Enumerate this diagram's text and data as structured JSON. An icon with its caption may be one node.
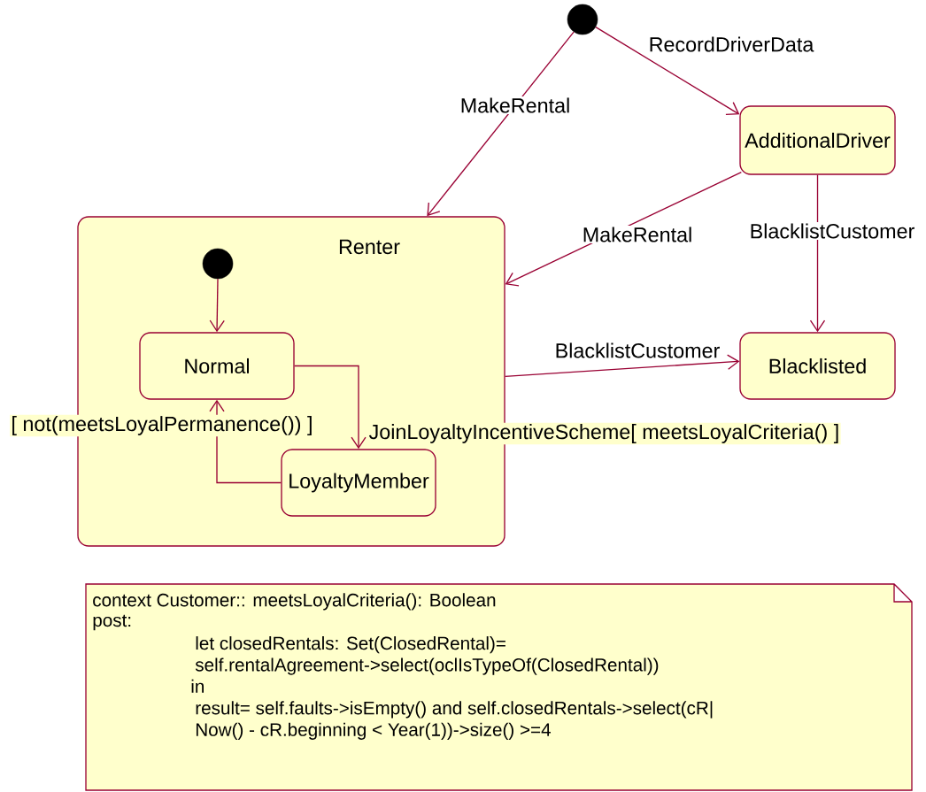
{
  "diagram": {
    "nodes": [
      {
        "text": [],
        "shape": "circle"
      },
      {
        "text": [
          "AdditionalDriver"
        ]
      },
      {
        "text": [
          "Renter"
        ]
      },
      {
        "text": [],
        "shape": "circle",
        "in": 2
      },
      {
        "text": [
          "Normal"
        ],
        "in": 2
      },
      {
        "text": [
          "LoyaltyMember"
        ],
        "in": 2
      },
      {
        "text": [
          "Blacklisted"
        ]
      },
      {
        "text": [
          "context Customer:: meetsLoyalCriteria(): Boolean",
          "post:",
          "let closedRentals: Set(ClosedRental)=",
          "self.rentalAgreement->select(oclIsTypeOf(ClosedRental))",
          "in",
          "result= self.faults->isEmpty() and self.closedRentals->select(cR| Now() - cR.beginning < Year(1))->size() >=4"
        ]
      }
    ],
    "edges": [
      {
        "from": 0,
        "to": 1,
        "arrow": "to",
        "label": "RecordDriverData"
      },
      {
        "from": 0,
        "to": 2,
        "arrow": "to",
        "label": "MakeRental"
      },
      {
        "from": 1,
        "to": 2,
        "arrow": "to",
        "label": "MakeRental"
      },
      {
        "from": 1,
        "to": 6,
        "arrow": "to",
        "label": "BlacklistCustomer"
      },
      {
        "from": 2,
        "to": 6,
        "arrow": "to",
        "label": "BlacklistCustomer"
      },
      {
        "from": 3,
        "to": 4,
        "arrow": "to"
      },
      {
        "from": 4,
        "to": 5,
        "arrow": "to",
        "label": "JoinLoyaltyIncentiveScheme[ meetsLoyalCriteria() ]"
      },
      {
        "from": 5,
        "to": 4,
        "arrow": "to",
        "label": "[ not(meetsLoyalPermanence()) ]"
      }
    ]
  }
}
